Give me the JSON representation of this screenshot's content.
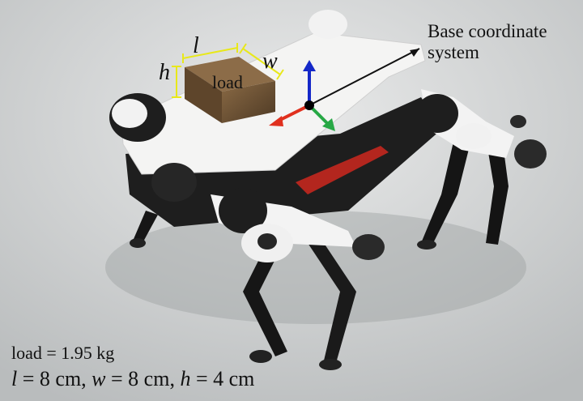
{
  "annotations": {
    "frame_label": "Base coordinate system",
    "load_label": "load",
    "dim_l": "l",
    "dim_w": "w",
    "dim_h": "h"
  },
  "caption": {
    "line1": "load = 1.95 kg",
    "line2_l": "l",
    "line2_l_val": " = 8 cm, ",
    "line2_w": "w",
    "line2_w_val": " = 8 cm, ",
    "line2_h": "h",
    "line2_h_val": " = 4 cm"
  },
  "colors": {
    "x_axis": "#e0301e",
    "y_axis": "#27a845",
    "z_axis": "#1428c8",
    "dimension_lines": "#e8e81a",
    "load_box": "#6b5034"
  }
}
